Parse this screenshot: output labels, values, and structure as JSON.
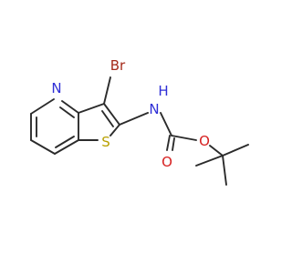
{
  "molecule": {
    "atoms": {
      "bromine": {
        "label": "Br",
        "color": "#a52a1a"
      },
      "pyridine_nitrogen": {
        "label": "N",
        "color": "#2f2fd6"
      },
      "thiophene_sulfur": {
        "label": "S",
        "color": "#b8a000"
      },
      "amide_nitrogen": {
        "label": "N",
        "color": "#2f2fd6"
      },
      "amide_hydrogen": {
        "label": "H",
        "color": "#2f2fd6"
      },
      "carbonyl_oxygen": {
        "label": "O",
        "color": "#d62020"
      },
      "ester_oxygen": {
        "label": "O",
        "color": "#d62020"
      }
    },
    "bond_color": "#2b2b2b",
    "background": "#ffffff"
  }
}
